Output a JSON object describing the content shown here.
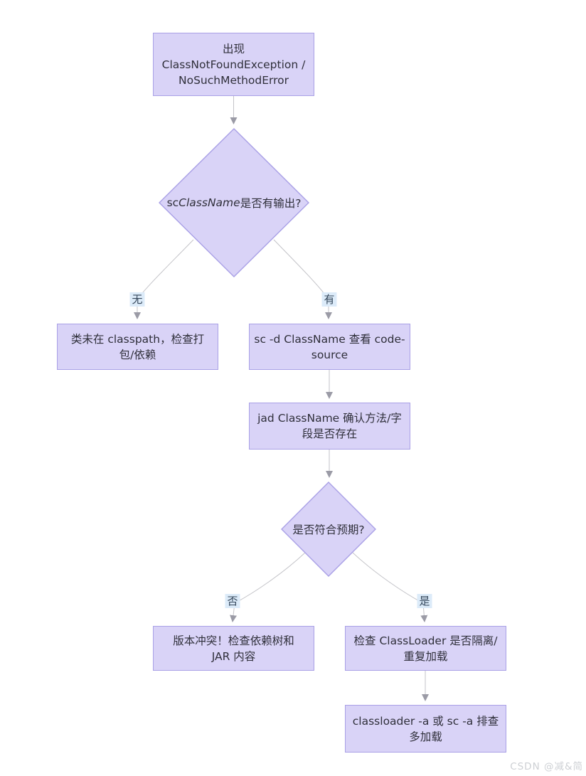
{
  "watermark": {
    "text": "CSDN @减&简"
  },
  "colors": {
    "node_fill": "#d9d3f7",
    "node_border": "#a9a0e6",
    "edge_line": "#c3c3c8",
    "arrowhead": "#9b9ba6",
    "edge_label_bg": "#dcebf9",
    "text": "#2f2f3a",
    "background": "#ffffff"
  },
  "diagram": {
    "type": "flowchart",
    "nodes": {
      "start": {
        "shape": "rect",
        "lines": [
          "出现",
          "ClassNotFoundException /",
          "NoSuchMethodError"
        ]
      },
      "check_sc": {
        "shape": "diamond",
        "parts": {
          "prefix": "sc ",
          "italic": "ClassName",
          "suffix": " 是否有输出?"
        }
      },
      "not_in_classpath": {
        "shape": "rect",
        "lines": [
          "类未在 classpath，检查打",
          "包/依赖"
        ]
      },
      "sc_d": {
        "shape": "rect",
        "lines": [
          "sc -d ClassName 查看 code-",
          "source"
        ]
      },
      "jad": {
        "shape": "rect",
        "lines": [
          "jad ClassName 确认方法/字",
          "段是否存在"
        ]
      },
      "expect": {
        "shape": "diamond",
        "label": "是否符合预期?"
      },
      "conflict": {
        "shape": "rect",
        "lines": [
          "版本冲突！检查依赖树和",
          "JAR 内容"
        ]
      },
      "classloader_check": {
        "shape": "rect",
        "lines": [
          "检查 ClassLoader 是否隔离/",
          "重复加载"
        ]
      },
      "classloader_a": {
        "shape": "rect",
        "lines": [
          "classloader -a 或 sc -a 排查",
          "多加载"
        ]
      }
    },
    "edge_labels": {
      "no_output": "无",
      "has_output": "有",
      "not_expected": "否",
      "expected": "是"
    },
    "edges": [
      {
        "from": "start",
        "to": "check_sc",
        "label": ""
      },
      {
        "from": "check_sc",
        "to": "not_in_classpath",
        "label": "无"
      },
      {
        "from": "check_sc",
        "to": "sc_d",
        "label": "有"
      },
      {
        "from": "sc_d",
        "to": "jad",
        "label": ""
      },
      {
        "from": "jad",
        "to": "expect",
        "label": ""
      },
      {
        "from": "expect",
        "to": "conflict",
        "label": "否"
      },
      {
        "from": "expect",
        "to": "classloader_check",
        "label": "是"
      },
      {
        "from": "classloader_check",
        "to": "classloader_a",
        "label": ""
      }
    ]
  }
}
